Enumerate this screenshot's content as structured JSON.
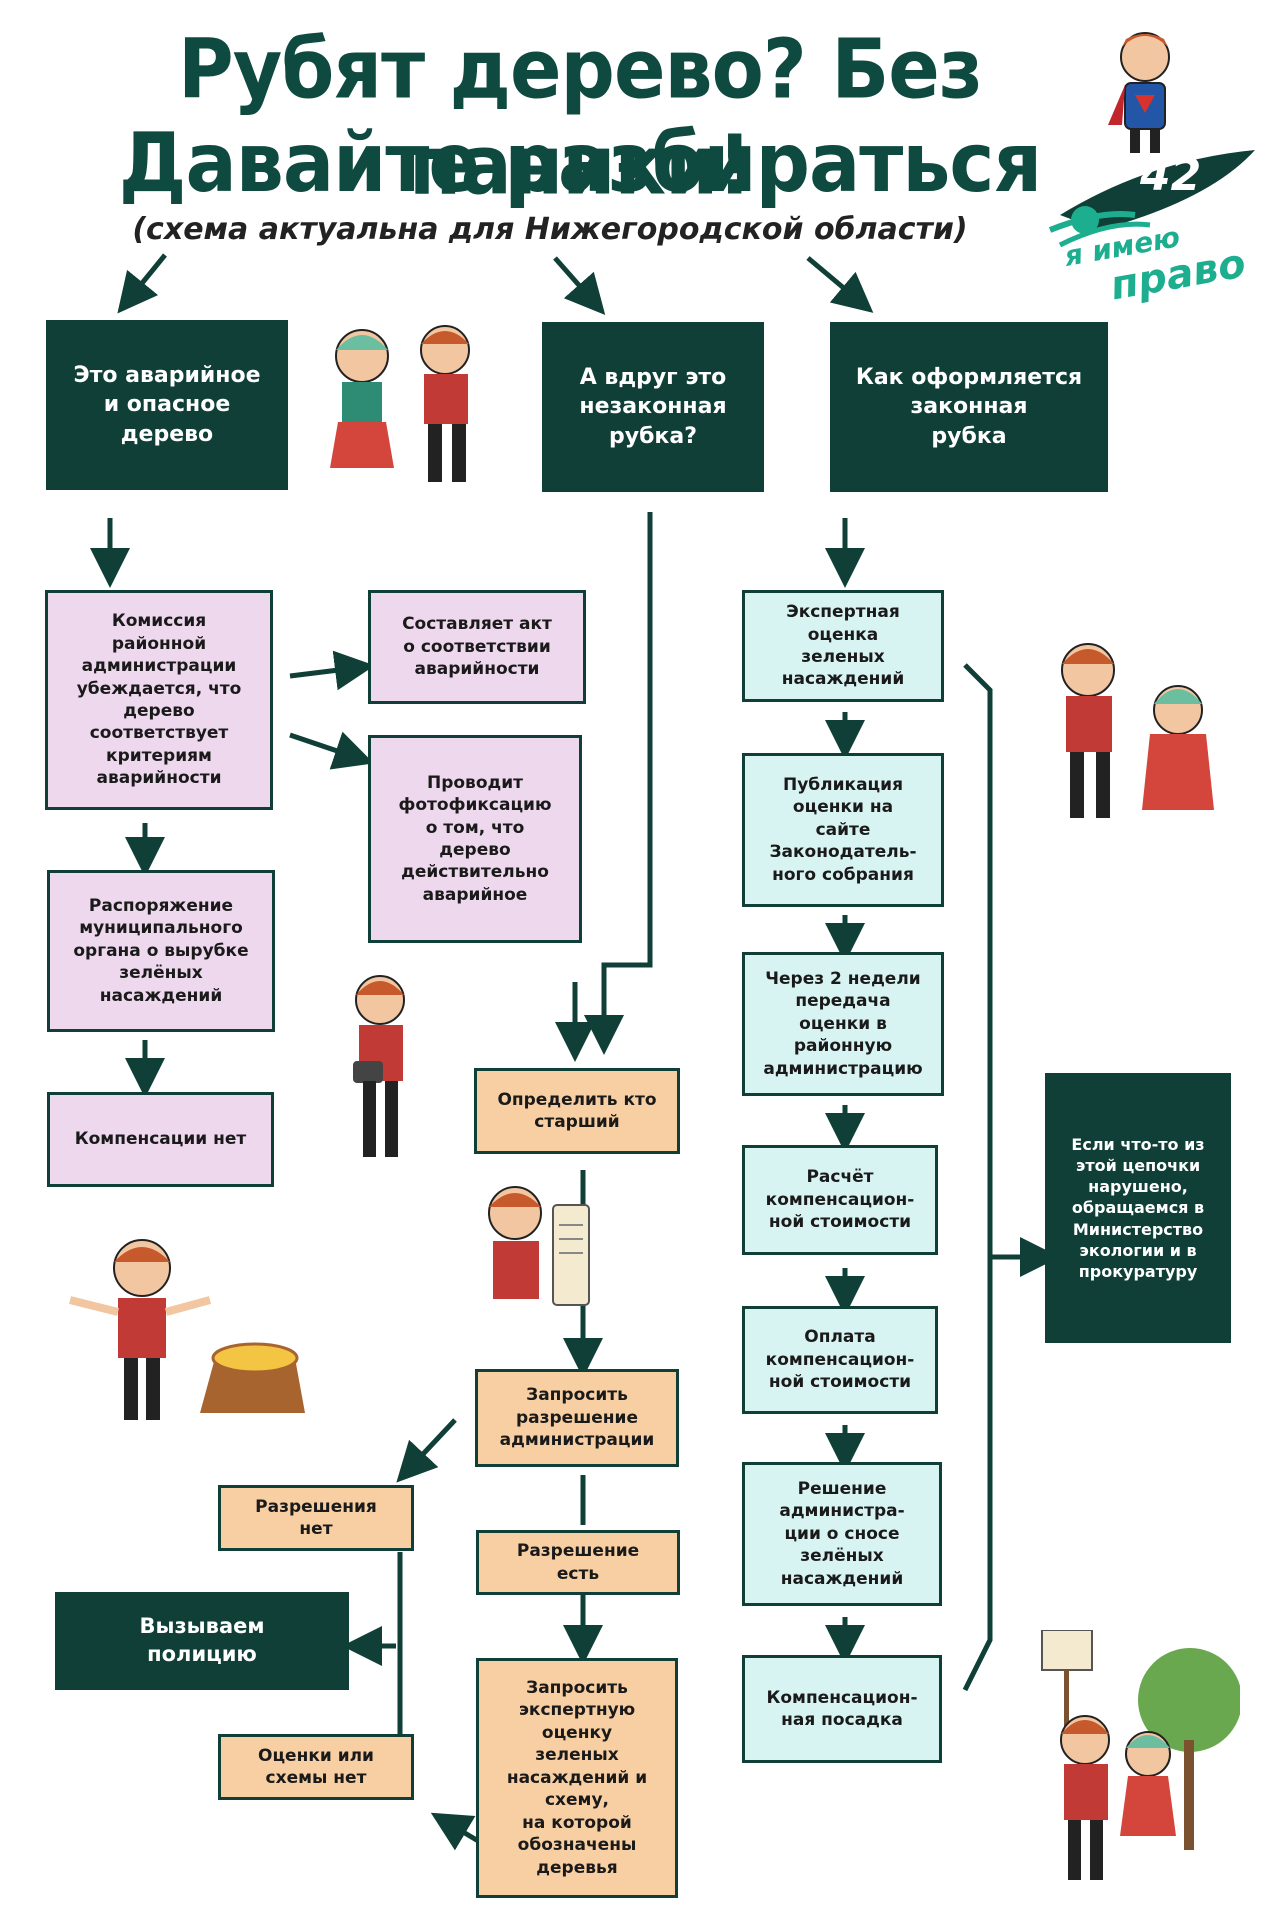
{
  "header": {
    "title_line1": "Рубят дерево? Без паники!",
    "title_line2": "Давайте разбираться",
    "subtitle": "(схема актуальна для Нижегородской области)"
  },
  "logo": {
    "number": "42",
    "text_line1": "я имею",
    "text_line2": "право"
  },
  "column_emergency": {
    "header": "Это аварийное\nи опасное\nдерево",
    "commission": "Комиссия\nрайонной\nадминистрации\nубеждается, что\nдерево\nсоответствует\nкритериям\nаварийности",
    "act": "Составляет акт\nо соответствии\nаварийности",
    "photo": "Проводит\nфотофиксацию\nо том, что\nдерево\nдействительно\nаварийное",
    "order": "Распоряжение\nмуниципального\nоргана о вырубке\nзелёных\nнасаждений",
    "no_compensation": "Компенсации нет"
  },
  "column_illegal": {
    "header": "А вдруг это\nнезаконная\nрубка?",
    "find_senior": "Определить кто\nстарший",
    "request_permission": "Запросить\nразрешение\nадминистрации",
    "no_permission": "Разрешения\nнет",
    "has_permission": "Разрешение\nесть",
    "call_police": "Вызываем\nполицию",
    "no_scheme": "Оценки или\nсхемы нет",
    "request_assessment": "Запросить\nэкспертную\nоценку\nзеленых\nнасаждений и\nсхему,\nна которой\nобозначены\nдеревья"
  },
  "column_legal": {
    "header": "Как оформляется\nзаконная\nрубка",
    "steps": [
      "Экспертная\nоценка\nзеленых\nнасаждений",
      "Публикация\nоценки на\nсайте\nЗаконодатель-\nного собрания",
      "Через 2 недели\nпередача\nоценки в\nрайонную\nадминистрацию",
      "Расчёт\nкомпенсацион-\nной стоимости",
      "Оплата\nкомпенсацион-\nной стоимости",
      "Решение\nадминистра-\nции о сносе\nзелёных\nнасаждений",
      "Компенсацион-\nная посадка"
    ],
    "violation_note": "Если что-то из\nэтой цепочки\nнарушено,\nобращаемся в\nМинистерство\nэкологии и в\nпрокуратуру"
  },
  "colors": {
    "dark_green": "#0f3f36",
    "title_green": "#0f4a40",
    "pink": "#eed8ee",
    "cyan": "#d8f4f2",
    "peach": "#f7cfa3",
    "logo_green": "#1cae8e"
  }
}
